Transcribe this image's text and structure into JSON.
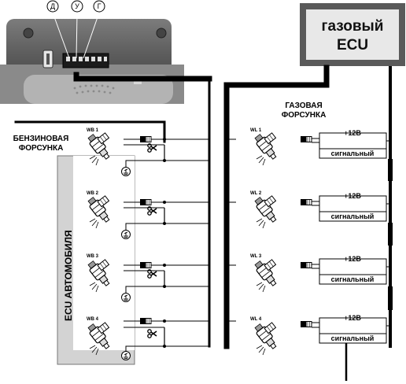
{
  "connector_pins": [
    "Д",
    "У",
    "Г"
  ],
  "gas_ecu": {
    "line1": "газовый",
    "line2": "ECU"
  },
  "gas_injector_title": {
    "line1": "ГАЗОВАЯ",
    "line2": "ФОРСУНКА"
  },
  "petrol_injector_title": {
    "line1": "БЕНЗИНОВАЯ",
    "line2": "ФОРСУНКА"
  },
  "car_ecu_label": "ECU АВТОМОБИЛЯ",
  "petrol_injectors": [
    "WB 1",
    "WB 2",
    "WB 3",
    "WB 4"
  ],
  "gas_injectors": [
    "WL 1",
    "WL 2",
    "WL 3",
    "WL 4"
  ],
  "power_label": "+12В",
  "signal_label": "сигнальный",
  "cut_icon": "scissors-icon",
  "ground_icon": "ground-icon"
}
